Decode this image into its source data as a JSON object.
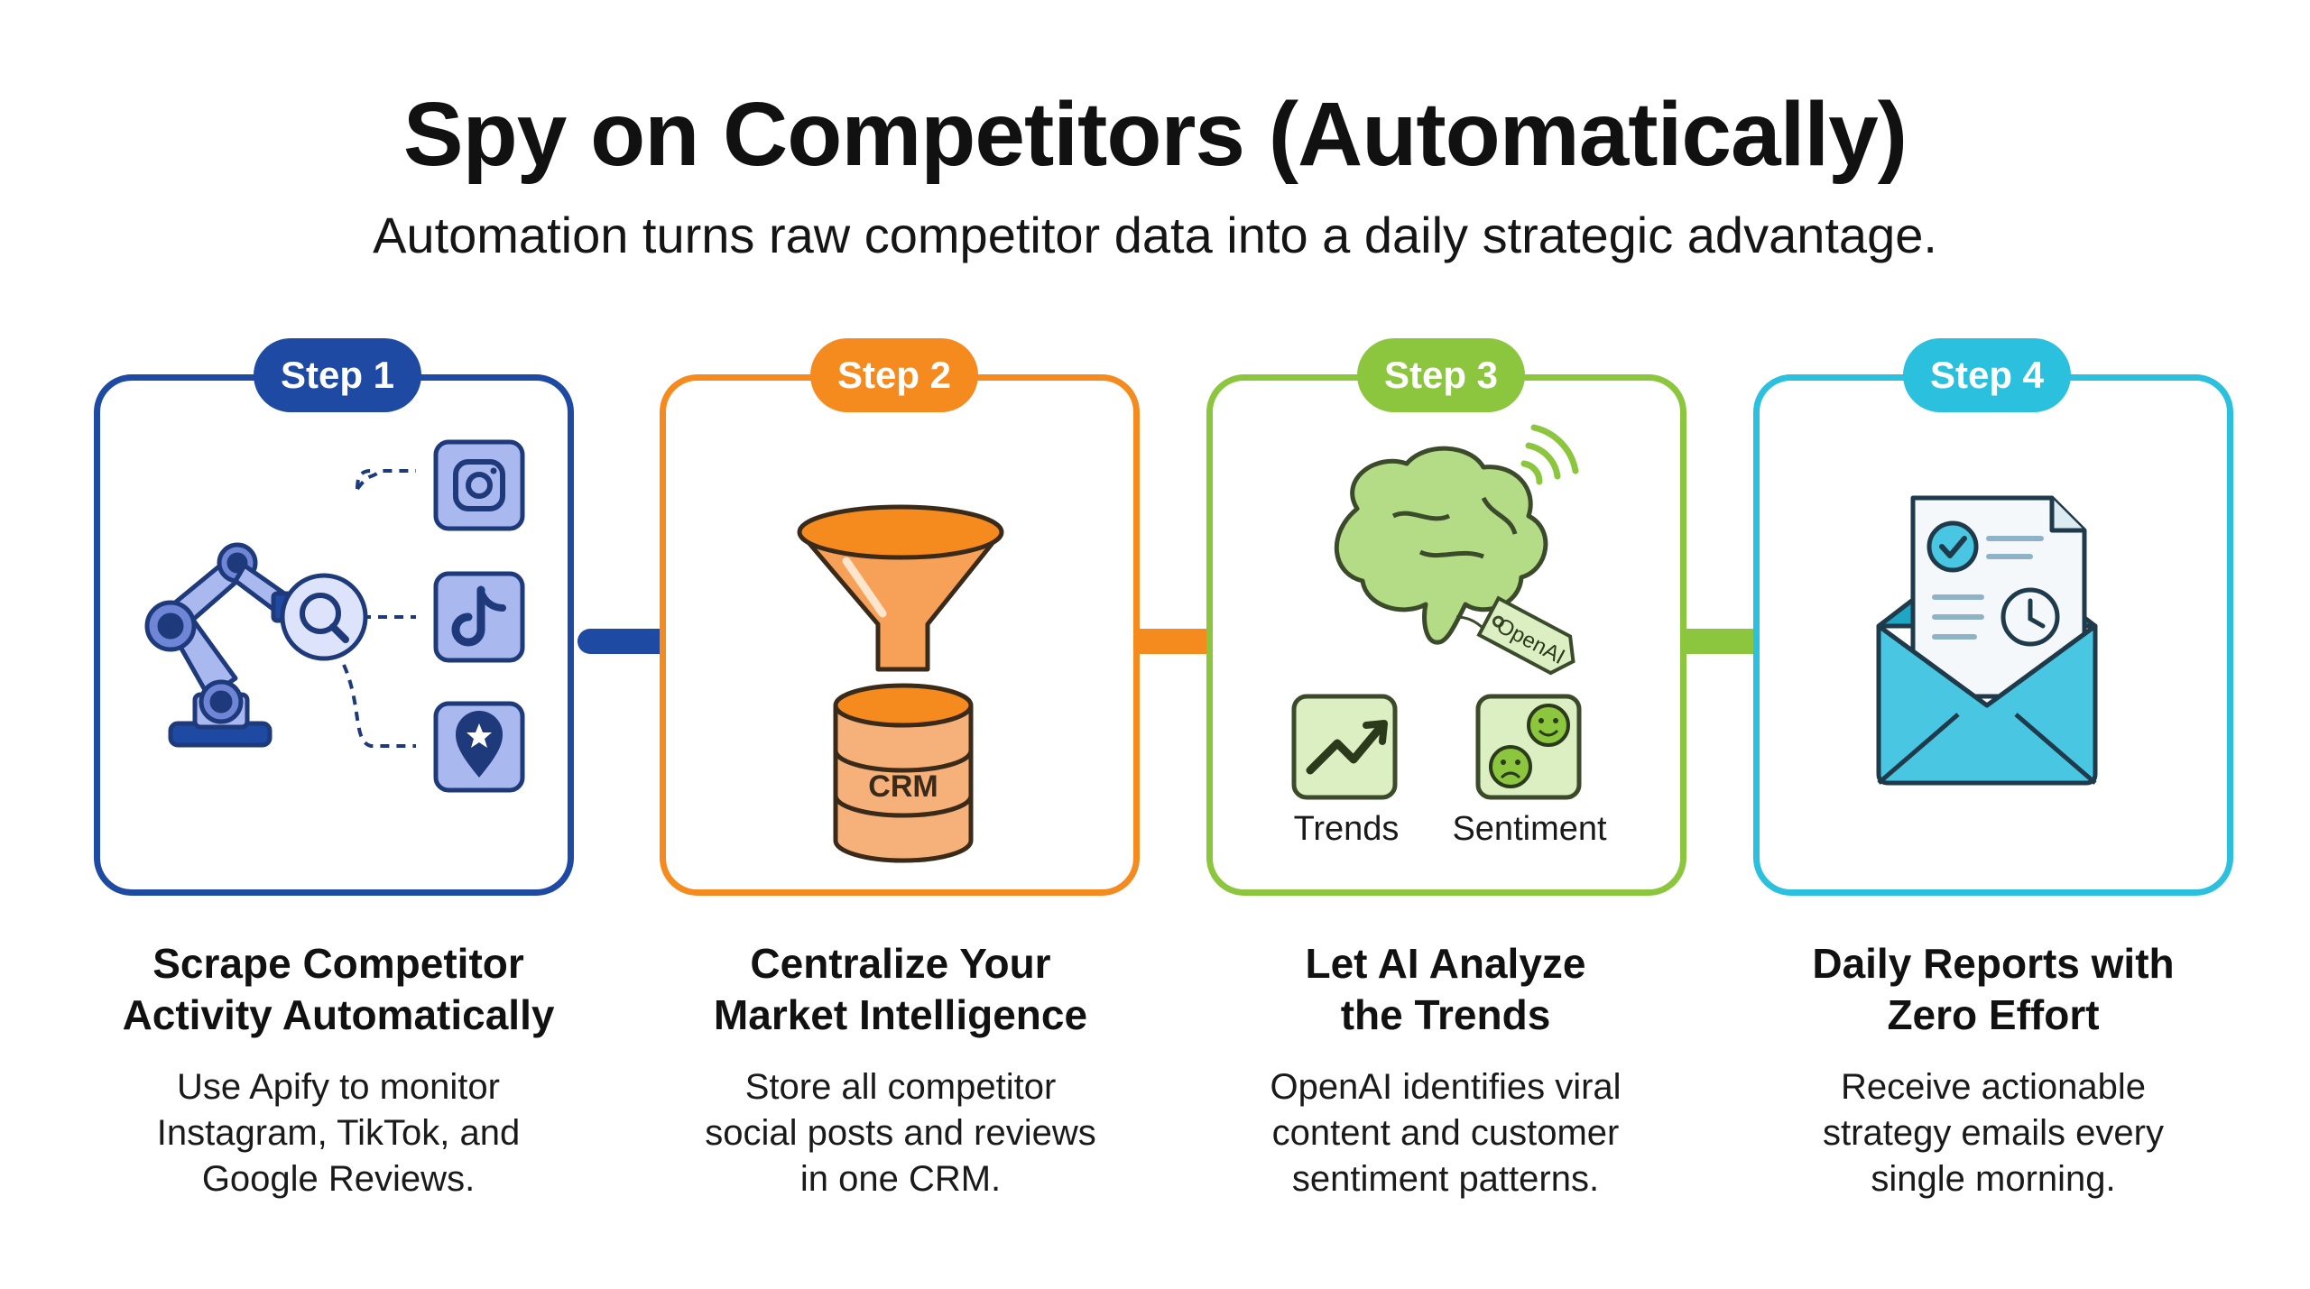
{
  "title": "Spy on Competitors (Automatically)",
  "subtitle": "Automation turns raw competitor data into a daily strategic advantage.",
  "colors": {
    "step1": "#1E4AA3",
    "step2": "#F58A1F",
    "step3": "#8CC63F",
    "step4": "#2BC0DD"
  },
  "steps": [
    {
      "badge": "Step 1",
      "heading_line1": "Scrape Competitor",
      "heading_line2": "Activity Automatically",
      "desc_line1": "Use Apify to monitor",
      "desc_line2": "Instagram, TikTok, and",
      "desc_line3": "Google Reviews.",
      "icons": [
        "robot-arm-icon",
        "magnifier-icon",
        "instagram-icon",
        "tiktok-icon",
        "map-pin-star-icon"
      ]
    },
    {
      "badge": "Step 2",
      "heading_line1": "Centralize Your",
      "heading_line2": "Market Intelligence",
      "desc_line1": "Store all competitor",
      "desc_line2": "social posts and reviews",
      "desc_line3": "in one CRM.",
      "db_label": "CRM",
      "icons": [
        "funnel-icon",
        "database-icon"
      ]
    },
    {
      "badge": "Step 3",
      "heading_line1": "Let AI Analyze",
      "heading_line2": "the Trends",
      "desc_line1": "OpenAI identifies viral",
      "desc_line2": "content and customer",
      "desc_line3": "sentiment patterns.",
      "tag_label": "OpenAI",
      "trends_label": "Trends",
      "sentiment_label": "Sentiment",
      "icons": [
        "brain-icon",
        "signal-icon",
        "tag-icon",
        "trend-chart-icon",
        "sentiment-faces-icon"
      ]
    },
    {
      "badge": "Step 4",
      "heading_line1": "Daily Reports with",
      "heading_line2": "Zero Effort",
      "desc_line1": "Receive actionable",
      "desc_line2": "strategy emails every",
      "desc_line3": "single morning.",
      "icons": [
        "envelope-report-icon",
        "check-circle-icon",
        "clock-icon"
      ]
    }
  ]
}
